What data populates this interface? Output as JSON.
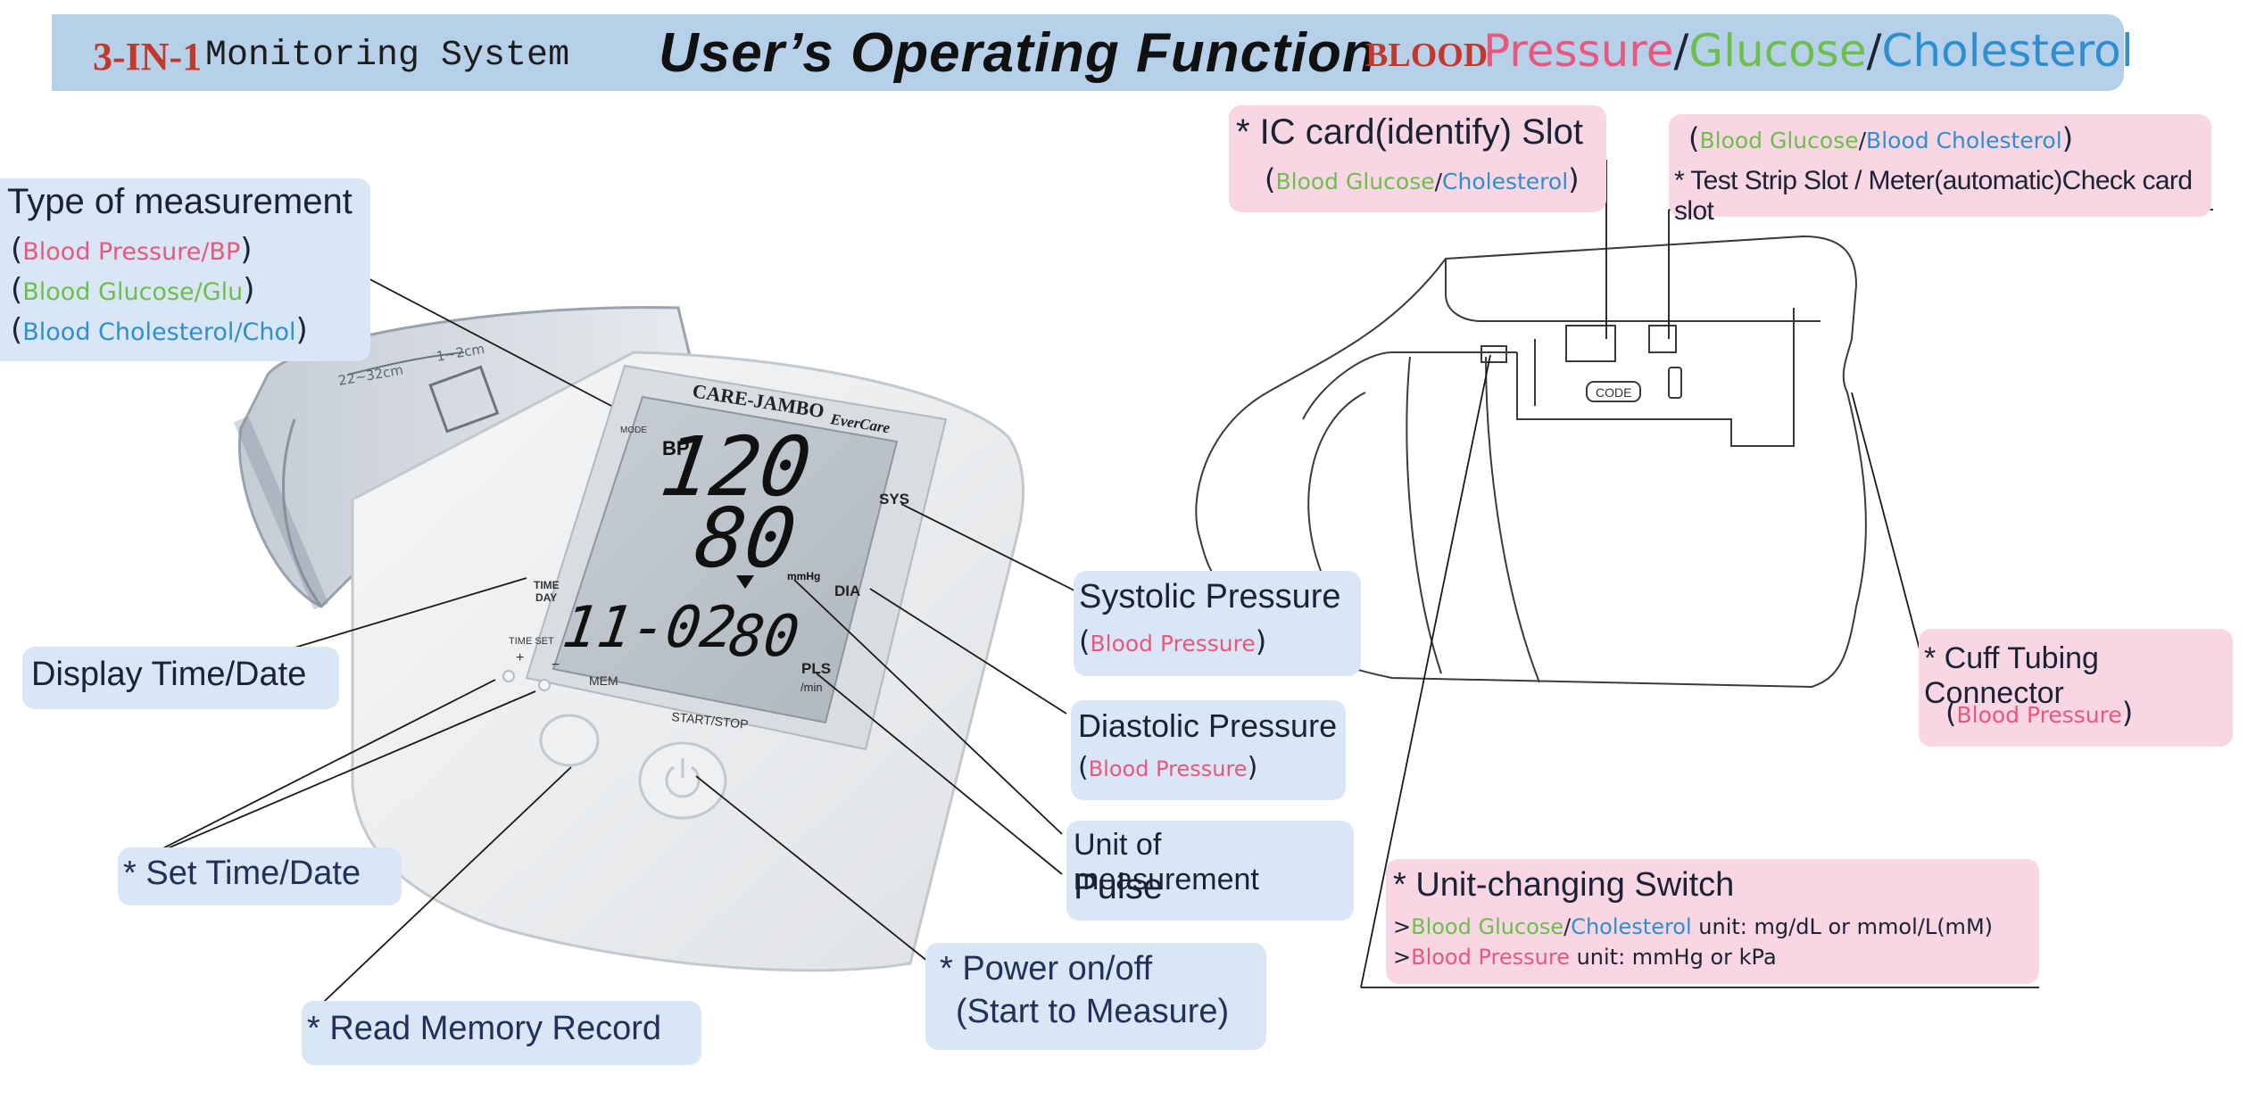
{
  "header": {
    "brand_prefix": "3-IN-1",
    "brand_suffix": "Monitoring System",
    "title": "User’s  Operating  Function",
    "blood_word": "BLOOD",
    "pressure_word": "Pressure",
    "glucose_word": "Glucose",
    "cholesterol_word": "Cholesterol",
    "slash": "/"
  },
  "device": {
    "brand": "CARE-JAMBO",
    "model": "EverCare",
    "mode_label": "MODE",
    "bp_indicator": "BP",
    "systolic_value": "120",
    "diastolic_value": "80",
    "unit": "mmHg",
    "time_value": "11-02",
    "pulse_value": "80",
    "sys_label": "SYS",
    "dia_label": "DIA",
    "pls_label": "PLS",
    "pls_unit": "/min",
    "time_day_label_1": "TIME",
    "time_day_label_2": "DAY",
    "time_set_label": "TIME SET",
    "plus": "+",
    "minus": "−",
    "mem_label": "MEM",
    "start_stop_label": "START/STOP",
    "cuff_marks": [
      "22~32cm",
      "1~2cm"
    ]
  },
  "side_view": {
    "code_label": "CODE"
  },
  "callouts": {
    "type_of_measurement": {
      "title": "Type of measurement",
      "line1": "Blood Pressure/BP",
      "line2": "Blood Glucose/Glu",
      "line3": "Blood Cholesterol/Chol"
    },
    "display_time": {
      "title": "Display Time/Date"
    },
    "set_time": {
      "title": "* Set Time/Date"
    },
    "read_memory": {
      "title": "* Read Memory Record"
    },
    "power": {
      "line1": "* Power on/off",
      "line2": "(Start to Measure)"
    },
    "systolic": {
      "title": "Systolic Pressure",
      "sub": "Blood Pressure"
    },
    "diastolic": {
      "title": "Diastolic Pressure",
      "sub": "Blood Pressure"
    },
    "unit_pulse": {
      "line1": "Unit of measurement",
      "line2": "Pulse"
    },
    "ic_card": {
      "title": "* IC card(identify) Slot",
      "sub_a": "Blood Glucose",
      "sub_b": "Cholesterol"
    },
    "test_strip": {
      "sub_a": "Blood Glucose",
      "sub_b": "Blood Cholesterol",
      "title": "* Test Strip Slot / Meter(automatic)Check card slot"
    },
    "cuff_connector": {
      "title": "* Cuff  Tubing  Connector",
      "sub": "Blood Pressure"
    },
    "unit_switch": {
      "title": "* Unit-changing Switch",
      "l1_a": "Blood Glucose",
      "l1_b": "Cholesterol",
      "l1_c": " unit: mg/dL  or  mmol/L(mM)",
      "l2_a": "Blood Pressure",
      "l2_c": " unit: mmHg  or  kPa"
    },
    "paren_open": "(",
    "paren_close": ")",
    "arrow": ">",
    "slash": "/"
  },
  "colors": {
    "header_bg": "#b7d0ea",
    "callout_blue": "#d9e6f5",
    "callout_pink": "#f9d6e3",
    "pressure": "#e8577d",
    "glucose": "#6cbf4a",
    "cholesterol": "#2e8fcf",
    "brand_red": "#c0392b"
  }
}
